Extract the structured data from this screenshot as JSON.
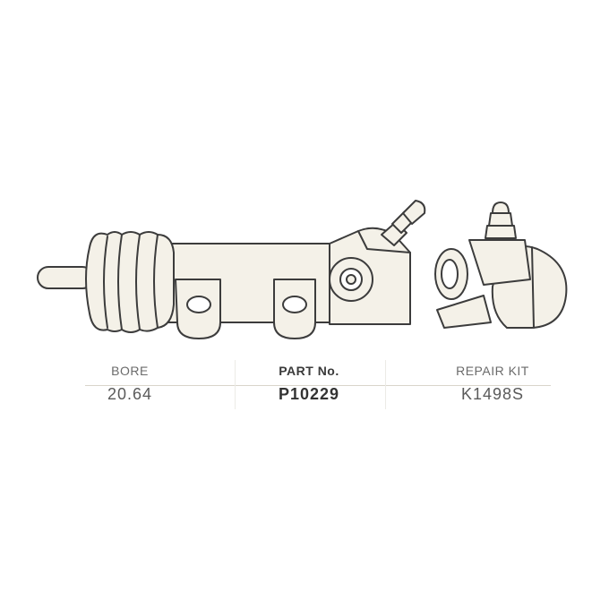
{
  "specs": {
    "bore": {
      "label": "BORE",
      "value": "20.64"
    },
    "part": {
      "label": "PART No.",
      "value": "P10229"
    },
    "kit": {
      "label": "REPAIR KIT",
      "value": "K1498S"
    }
  },
  "colors": {
    "body_fill": "#f4f1e8",
    "outline": "#3c3c3c",
    "label": "#6b6b6b"
  }
}
